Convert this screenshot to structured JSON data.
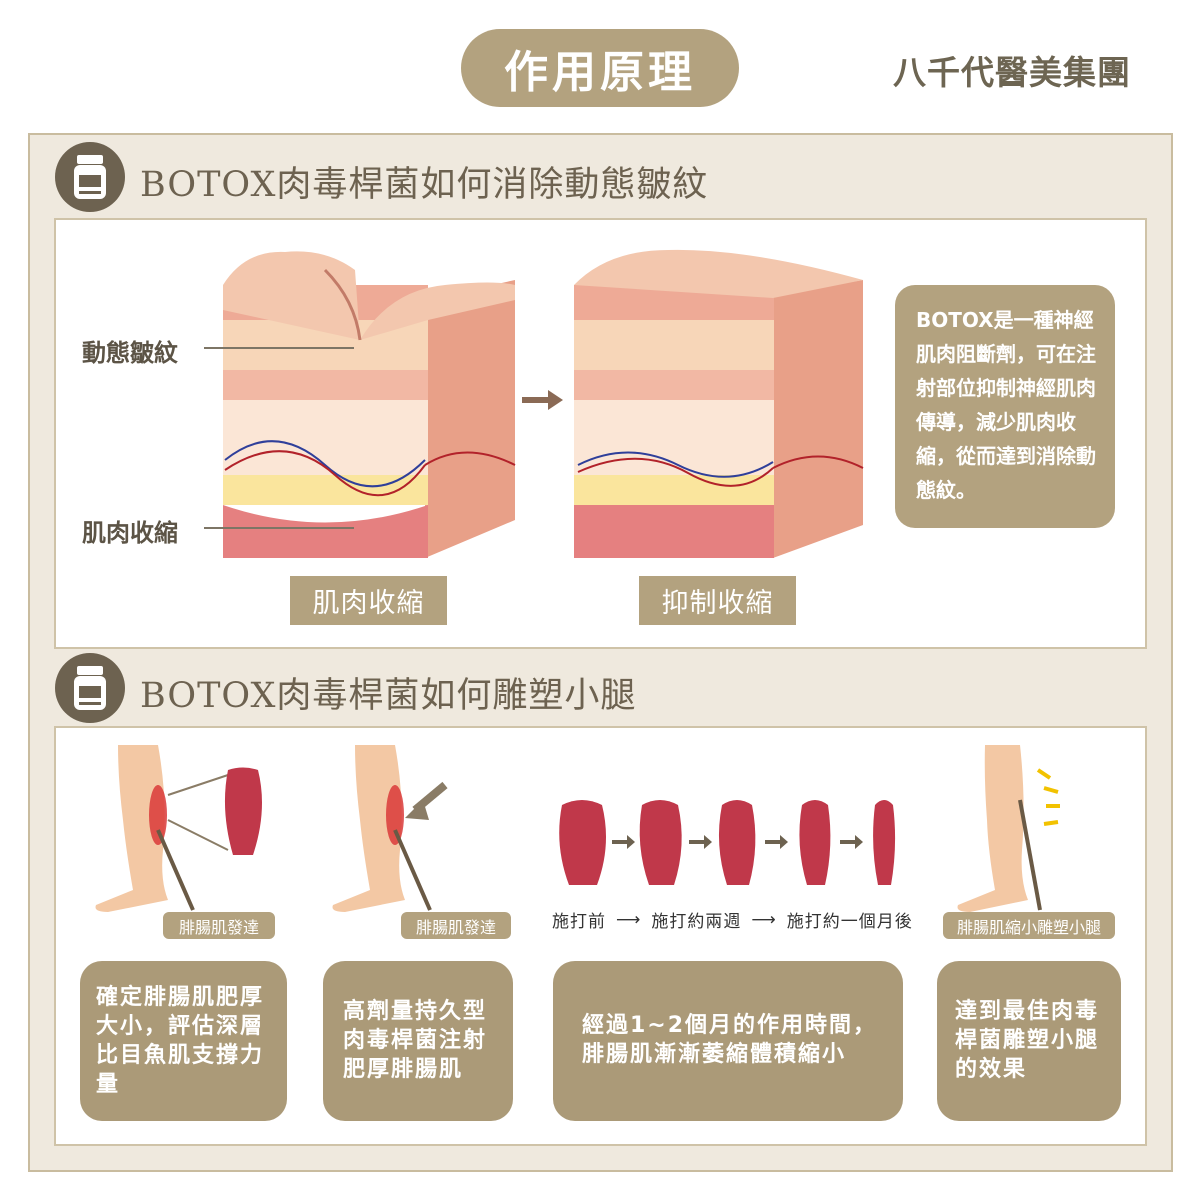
{
  "header": {
    "title": "作用原理",
    "brand": "八千代醫美集團"
  },
  "section1": {
    "title": "BOTOX肉毒桿菌如何消除動態皺紋",
    "label_wrinkle": "動態皺紋",
    "label_muscle": "肌肉收縮",
    "tag_left": "肌肉收縮",
    "tag_right": "抑制收縮",
    "description": "BOTOX是一種神經肌肉阻斷劑，可在注射部位抑制神經肌肉傳導，減少肌肉收縮，從而達到消除動態紋。",
    "icon": "botox-vial-icon"
  },
  "section2": {
    "title": "BOTOX肉毒桿菌如何雕塑小腿",
    "icon": "botox-vial-icon",
    "tag1": "腓腸肌發達",
    "tag2": "腓腸肌發達",
    "timeline": [
      "施打前",
      "施打約兩週",
      "施打約一個月後"
    ],
    "tag4": "腓腸肌縮小雕塑小腿",
    "step1": "確定腓腸肌肥厚大小，評估深層比目魚肌支撐力量",
    "step2": "高劑量持久型肉毒桿菌注射肥厚腓腸肌",
    "step3_line1": "經過1~2個月的作用時間，",
    "step3_line2": "腓腸肌漸漸萎縮體積縮小",
    "step4": "達到最佳肉毒桿菌雕塑小腿的效果"
  },
  "colors": {
    "accent": "#b3a27f",
    "frame": "#efe9de",
    "muscle": "#c0384a",
    "skin": "#f3c8a4"
  }
}
